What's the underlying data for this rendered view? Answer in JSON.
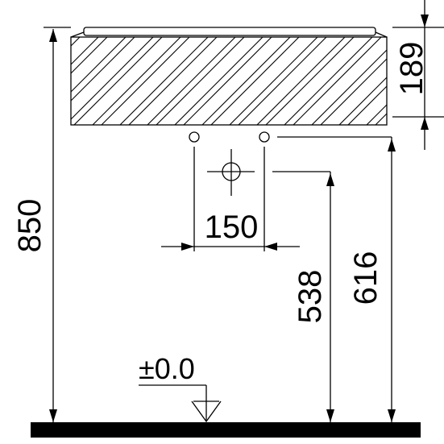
{
  "dimensions": {
    "total_height": "850",
    "basin_height": "189",
    "drain_height": "538",
    "supply_height": "616",
    "supply_spacing": "150",
    "floor_level": "±0.0"
  }
}
